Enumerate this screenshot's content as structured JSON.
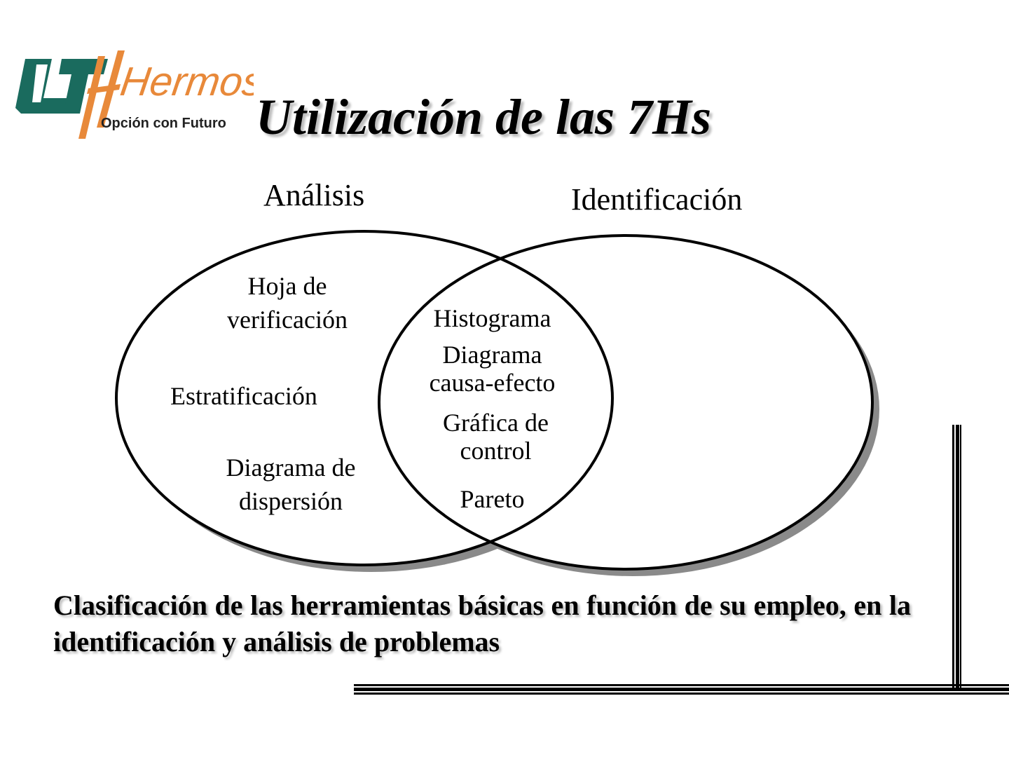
{
  "logo": {
    "mark": "UT",
    "name": "Hermosillo",
    "tagline": "Opción con Futuro",
    "colors": {
      "green": "#1a6b5e",
      "orange": "#e8893a"
    }
  },
  "title": "Utilización de las 7Hs",
  "diagram": {
    "sets": [
      {
        "label": "Análisis",
        "items": [
          "Hoja de verificación",
          "Estratificación",
          "Diagrama de dispersión"
        ]
      },
      {
        "label": "Identificación",
        "items": []
      }
    ],
    "intersection": {
      "items": [
        "Histograma",
        "Diagrama causa-efecto",
        "Gráfica de control",
        "Pareto"
      ]
    },
    "text_lines": {
      "hoja_1": "Hoja de",
      "hoja_2": "verificación",
      "estrat": "Estratificación",
      "disp_1": "Diagrama de",
      "disp_2": "dispersión",
      "histo": "Histograma",
      "causa_1": "Diagrama",
      "causa_2": "causa-efecto",
      "graf_1": "Gráfica de",
      "graf_2": "control",
      "pareto": "Pareto"
    }
  },
  "caption": "Clasificación de las herramientas básicas en función de su empleo, en la identificación y análisis de problemas"
}
